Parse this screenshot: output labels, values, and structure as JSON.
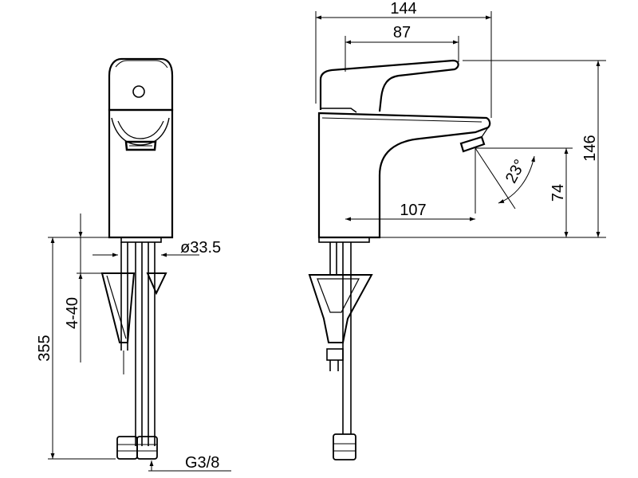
{
  "dimensions": {
    "width_total": "144",
    "width_handle": "87",
    "height_total": "146",
    "spout_height": "74",
    "spout_reach": "107",
    "spout_angle": "23°",
    "body_diameter": "ø33.5",
    "counter_thickness": "4-40",
    "hose_length": "355",
    "connection": "G3/8"
  },
  "colors": {
    "line": "#000000",
    "background": "#ffffff"
  }
}
